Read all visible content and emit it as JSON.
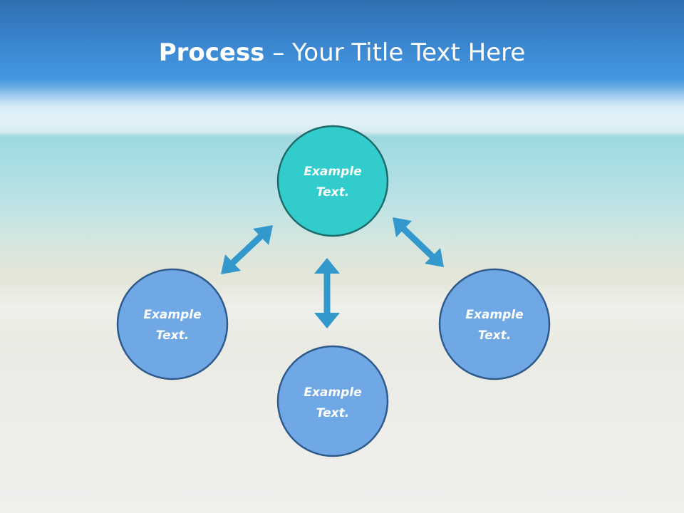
{
  "title": {
    "bold": "Process",
    "rest": " – Your Title Text Here"
  },
  "nodes": {
    "top": {
      "line1": "Example",
      "line2": "Text.",
      "fill": "#33CCCC",
      "stroke": "#1E6B6B"
    },
    "left": {
      "line1": "Example",
      "line2": "Text.",
      "fill": "#6FA8E4",
      "stroke": "#2E5A8C"
    },
    "right": {
      "line1": "Example",
      "line2": "Text.",
      "fill": "#6FA8E4",
      "stroke": "#2E5A8C"
    },
    "bottom": {
      "line1": "Example",
      "line2": "Text.",
      "fill": "#6FA8E4",
      "stroke": "#2E5A8C"
    }
  },
  "colors": {
    "arrow": "#3399CC"
  }
}
